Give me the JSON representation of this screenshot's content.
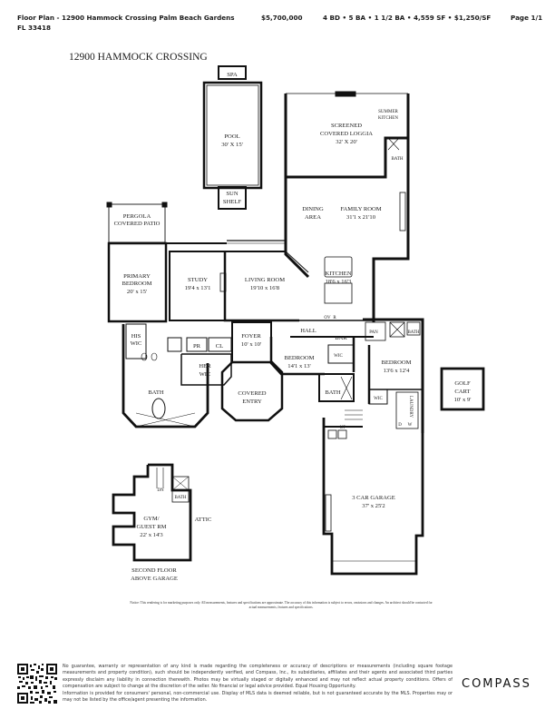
{
  "header": {
    "title": "Floor Plan - 12900 Hammock Crossing Palm Beach Gardens FL 33418",
    "price": "$5,700,000",
    "stats": "4 BD • 5 BA • 1 1/2 BA • 4,559 SF • $1,250/SF",
    "page": "Page 1/1"
  },
  "floor_plan": {
    "title": "12900 HAMMOCK CROSSING",
    "rooms": {
      "spa": "SPA",
      "pool": "POOL",
      "pool_dim": "30' X 15'",
      "sun_shelf_1": "SUN",
      "sun_shelf_2": "SHELF",
      "summer_kitchen_1": "SUMMER",
      "summer_kitchen_2": "KITCHEN",
      "loggia_1": "SCREENED",
      "loggia_2": "COVERED LOGGIA",
      "loggia_dim": "32' X 20'",
      "pergola_1": "PERGOLA",
      "pergola_2": "COVERED PATIO",
      "dining_1": "DINING",
      "dining_2": "AREA",
      "family": "FAMILY ROOM",
      "family_dim": "31'1 x 21'10",
      "kitchen": "KITCHEN",
      "kitchen_dim": "18'6 x 16'3",
      "primary_1": "PRIMARY",
      "primary_2": "BEDROOM",
      "primary_dim": "20' x 15'",
      "study": "STUDY",
      "study_dim": "19'4 x 13'1",
      "living": "LIVING ROOM",
      "living_dim": "19'10 x 16'8",
      "hall": "HALL",
      "bar": "BAR",
      "his_wic_1": "HIS",
      "his_wic_2": "WIC",
      "pr": "PR",
      "cl": "CL",
      "foyer": "FOYER",
      "foyer_dim": "10' x 10'",
      "her_wic_1": "HER",
      "her_wic_2": "WIC",
      "bedroom2": "BEDROOM",
      "bedroom2_dim": "14'1 x 13'",
      "wic": "WIC",
      "bath": "BATH",
      "covered_entry_1": "COVERED",
      "covered_entry_2": "ENTRY",
      "pan": "PAN",
      "bedroom3": "BEDROOM",
      "bedroom3_dim": "13'6 x 12'4",
      "laundry": "LAUNDRY",
      "golf_1": "GOLF",
      "golf_2": "CART",
      "golf_dim": "10' x 9'",
      "garage": "3 CAR GARAGE",
      "garage_dim": "37' x 25'2",
      "up": "UP",
      "dn": "DN",
      "ov": "OV",
      "r": "R",
      "d": "D",
      "w": "W",
      "gym_1": "GYM/",
      "gym_2": "GUEST RM",
      "gym_dim": "22' x 14'3",
      "attic": "ATTIC",
      "second_1": "SECOND FLOOR",
      "second_2": "ABOVE GARAGE"
    },
    "notice": "Notice: This rendering is for marketing purposes only. All measurements, features and specifications are approximate. The accuracy of this information is subject to errors, omissions and changes. An architect should be contacted for actual measurements, features and specifications."
  },
  "footer": {
    "disclaimer_1": "No guarantee, warranty or representation of any kind is made regarding the completeness or accuracy of descriptions or measurements (including square footage measurements and property condition), such should be independently verified, and Compass, Inc., its subsidiaries, affiliates and their agents and associated third parties expressly disclaim any liability in connection therewith. Photos may be virtually staged or digitally enhanced and may not reflect actual property conditions. Offers of compensation are subject to change at the discretion of the seller. No financial or legal advice provided. Equal Housing Opportunity.",
    "disclaimer_2": "Information is provided for consumers' personal, non-commercial use. Display of MLS data is deemed reliable, but is not guaranteed accurate by the MLS. Properties may or may not be listed by the office/agent presenting the information.",
    "brand": "COMPASS"
  }
}
